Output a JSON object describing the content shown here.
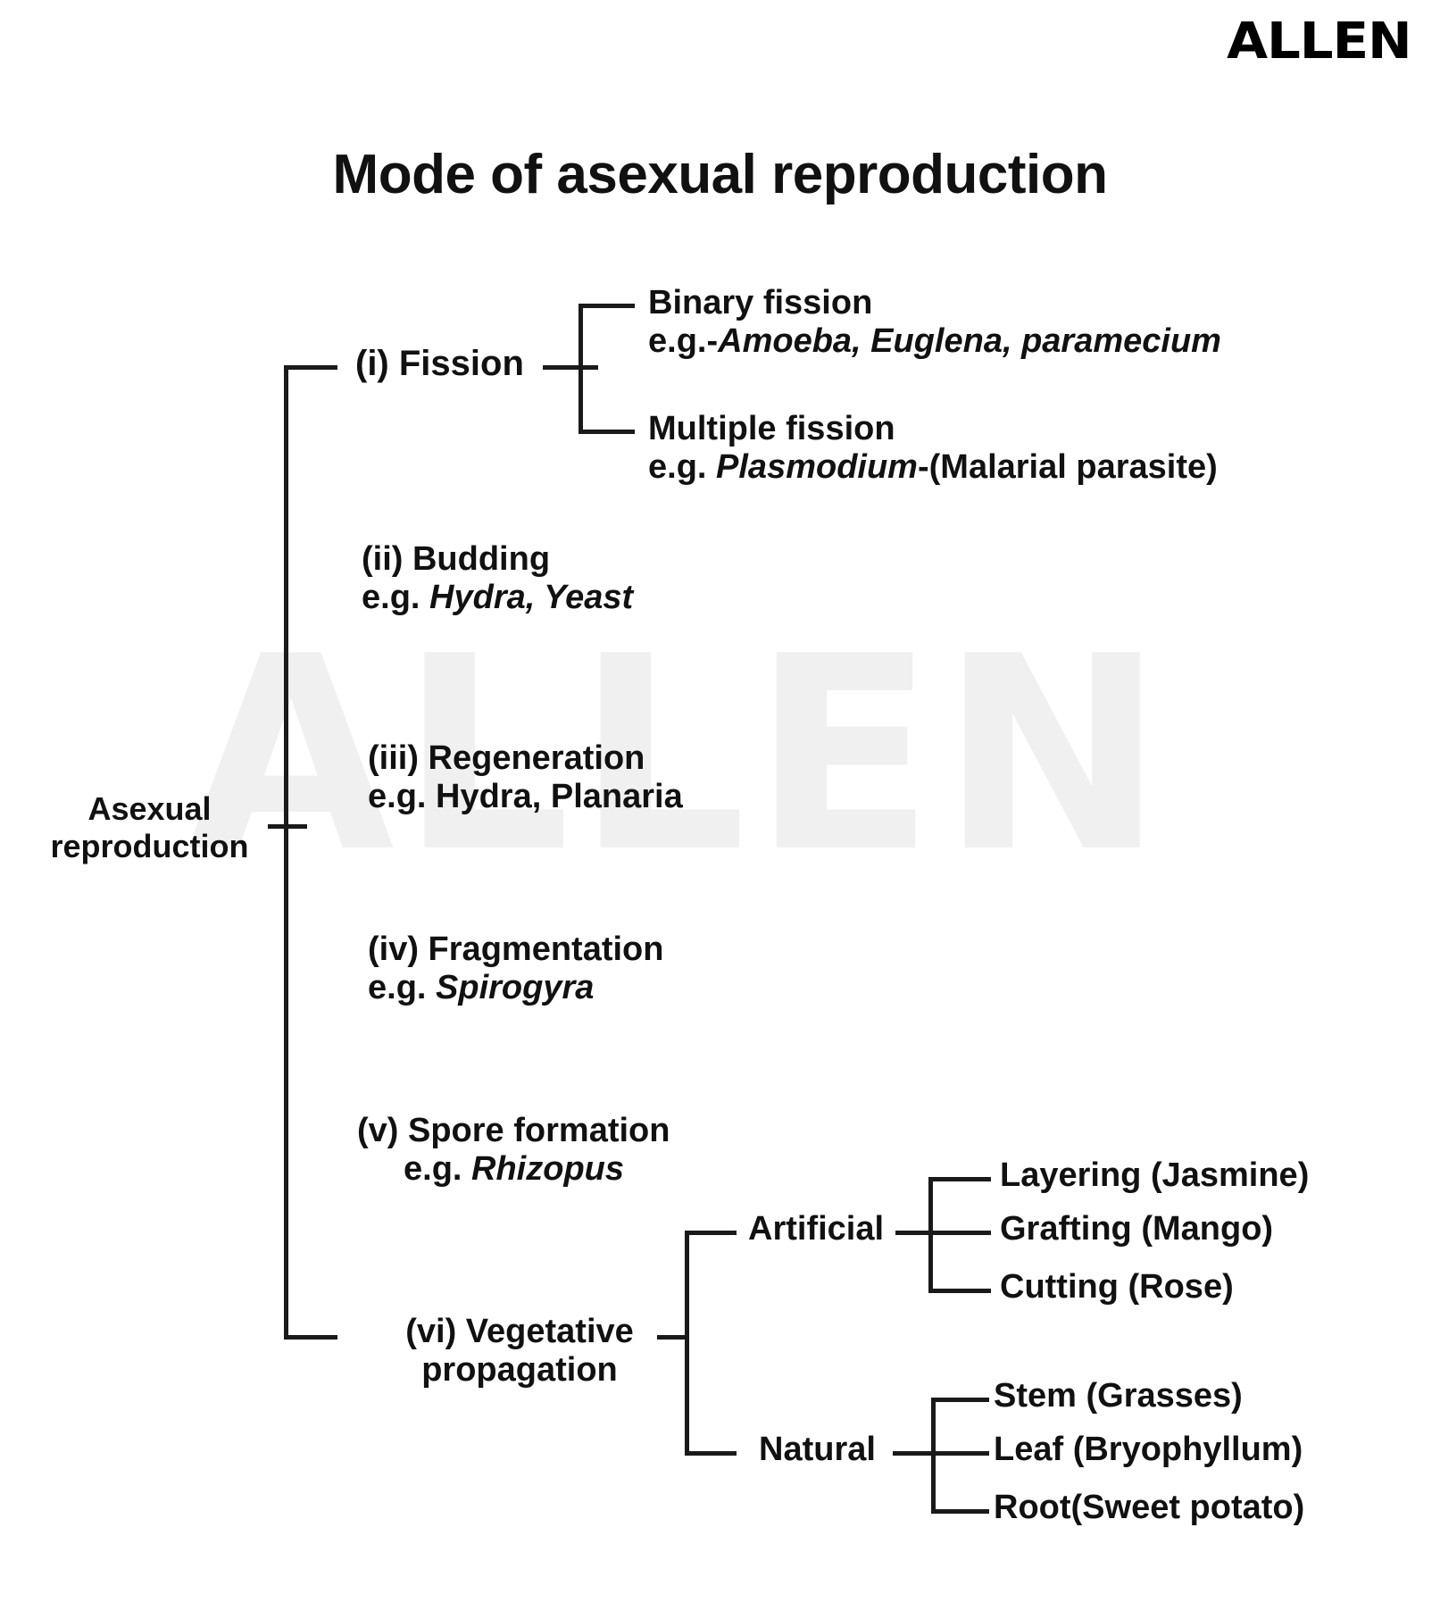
{
  "logo": {
    "text": "ALLEN"
  },
  "watermark": {
    "text": "ALLEN"
  },
  "title": "Mode of asexual reproduction",
  "root": {
    "line1": "Asexual",
    "line2": "reproduction"
  },
  "branches": {
    "fission": {
      "label": "(i) Fission",
      "children": [
        {
          "name": "Binary fission",
          "example_prefix": "e.g.-",
          "example_italic": "Amoeba, Euglena, paramecium",
          "example_suffix": ""
        },
        {
          "name": "Multiple fission",
          "example_prefix": "e.g. ",
          "example_italic": "Plasmodium",
          "example_suffix": "-(Malarial parasite)"
        }
      ]
    },
    "budding": {
      "label": "(ii) Budding",
      "example_prefix": "e.g. ",
      "example_italic": "Hydra, Yeast",
      "example_suffix": ""
    },
    "regeneration": {
      "label": "(iii) Regeneration",
      "example_prefix": "e.g. Hydra, Planaria",
      "example_italic": "",
      "example_suffix": ""
    },
    "fragmentation": {
      "label": "(iv) Fragmentation",
      "example_prefix": "e.g. ",
      "example_italic": "Spirogyra",
      "example_suffix": ""
    },
    "spore": {
      "label": "(v) Spore formation",
      "example_prefix": "e.g. ",
      "example_italic": "Rhizopus",
      "example_suffix": ""
    },
    "vegetative": {
      "label_line1": "(vi) Vegetative",
      "label_line2": "propagation",
      "groups": [
        {
          "name": "Artificial",
          "items": [
            "Layering (Jasmine)",
            "Grafting (Mango)",
            "Cutting (Rose)"
          ]
        },
        {
          "name": "Natural",
          "items": [
            "Stem (Grasses)",
            "Leaf (Bryophyllum)",
            "Root(Sweet potato)"
          ]
        }
      ]
    }
  },
  "colors": {
    "ink": "#111111",
    "line": "#1a1a1a",
    "watermark": "#f0f0f0",
    "background": "#ffffff"
  }
}
